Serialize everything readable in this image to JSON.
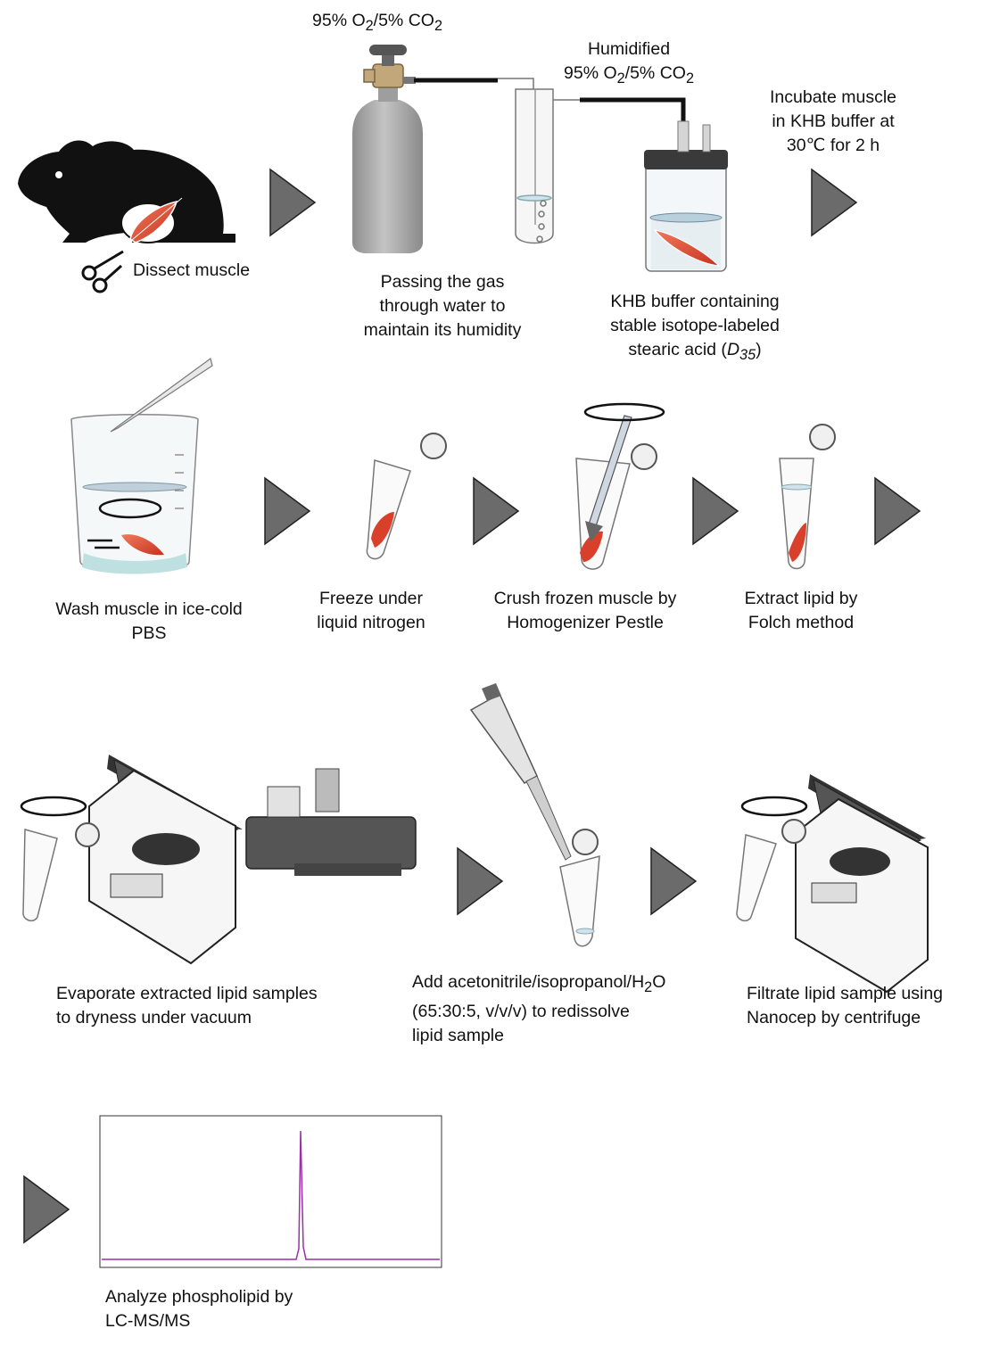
{
  "gas_label": {
    "line1_parts": [
      "95% O",
      "2",
      "/5% CO",
      "2"
    ]
  },
  "humidified_label": {
    "line1": "Humidified",
    "line2_parts": [
      "95% O",
      "2",
      "/5% CO",
      "2"
    ]
  },
  "steps": {
    "dissect": "Dissect muscle",
    "humidify": [
      "Passing the gas",
      "through water to",
      "maintain its humidity"
    ],
    "buffer": [
      "KHB buffer containing",
      "stable isotope-labeled"
    ],
    "buffer_line3_parts": [
      "stearic acid (",
      "D",
      "35",
      ")"
    ],
    "incubate": [
      "Incubate muscle",
      "in KHB buffer at",
      "30℃ for 2 h"
    ],
    "wash": [
      "Wash muscle in ice-cold",
      "PBS"
    ],
    "freeze": [
      "Freeze under",
      "liquid nitrogen"
    ],
    "crush": [
      "Crush frozen muscle by",
      "Homogenizer Pestle"
    ],
    "extract": [
      "Extract lipid by",
      "Folch method"
    ],
    "evaporate": [
      "Evaporate extracted lipid samples",
      "to dryness under vacuum"
    ],
    "redissolve_line1_parts": [
      "Add acetonitrile/isopropanol/H",
      "2",
      "O"
    ],
    "redissolve": [
      "(65:30:5, v/v/v) to redissolve",
      "lipid sample"
    ],
    "filtrate": [
      "Filtrate lipid sample using",
      "Nanocep by centrifuge"
    ],
    "analyze": [
      "Analyze phospholipid by",
      "LC-MS/MS"
    ]
  },
  "colors": {
    "arrow": "#6b6b6b",
    "muscle": "#d9402b",
    "cylinder": "#a8a8a8",
    "mouse": "#111111",
    "chromatogram": "#9b2fa8"
  }
}
